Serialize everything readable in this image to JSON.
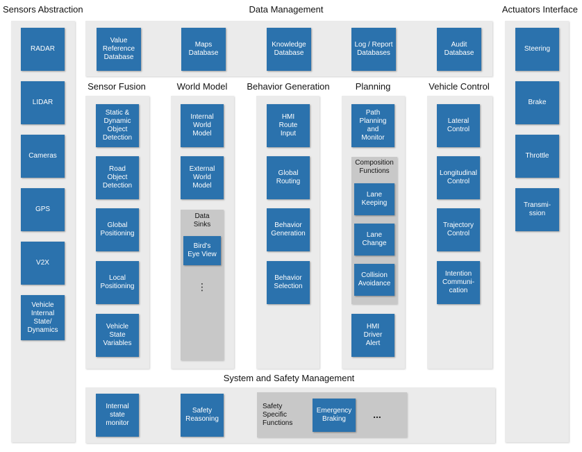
{
  "headers": {
    "sensors_abstraction": "Sensors Abstraction",
    "data_management": "Data Management",
    "actuators_interface": "Actuators Interface",
    "sensor_fusion": "Sensor Fusion",
    "world_model": "World Model",
    "behavior_generation": "Behavior Generation",
    "planning": "Planning",
    "vehicle_control": "Vehicle Control",
    "system_safety": "System and Safety Management"
  },
  "sensors": [
    "RADAR",
    "LIDAR",
    "Cameras",
    "GPS",
    "V2X",
    "Vehicle\nInternal\nState/\nDynamics"
  ],
  "data_management": [
    "Value\nReference\nDatabase",
    "Maps\nDatabase",
    "Knowledge\nDatabase",
    "Log / Report\nDatabases",
    "Audit\nDatabase"
  ],
  "actuators": [
    "Steering",
    "Brake",
    "Throttle",
    "Transmi-\nssion"
  ],
  "sensor_fusion": [
    "Static &\nDynamic\nObject\nDetection",
    "Road\nObject\nDetection",
    "Global\nPositioning",
    "Local\nPositioning",
    "Vehicle\nState\nVariables"
  ],
  "world_model": {
    "items": [
      "Internal\nWorld\nModel",
      "External\nWorld\nModel"
    ],
    "data_sinks_label": "Data\nSinks",
    "data_sinks_item": "Bird's\nEye View",
    "data_sinks_more": "⋮"
  },
  "behavior_generation": [
    "HMI\nRoute\nInput",
    "Global\nRouting",
    "Behavior\nGeneration",
    "Behavior\nSelection"
  ],
  "planning": {
    "path": "Path\nPlanning\nand\nMonitor",
    "composition_label": "Composition\nFunctions",
    "composition": [
      "Lane\nKeeping",
      "Lane\nChange",
      "Collision\nAvoidance"
    ],
    "hmi_alert": "HMI\nDriver\nAlert"
  },
  "vehicle_control": [
    "Lateral\nControl",
    "Longitudinal\nControl",
    "Trajectory\nControl",
    "Intention\nCommuni-\ncation"
  ],
  "system_safety": {
    "items": [
      "Internal\nstate\nmonitor",
      "Safety\nReasoning"
    ],
    "specific_label": "Safety\nSpecific\nFunctions",
    "emergency": "Emergency\nBraking",
    "more": "..."
  },
  "colors": {
    "box": "#2b72ad",
    "panel": "#ebebeb",
    "subpanel": "#c8c8c8"
  }
}
